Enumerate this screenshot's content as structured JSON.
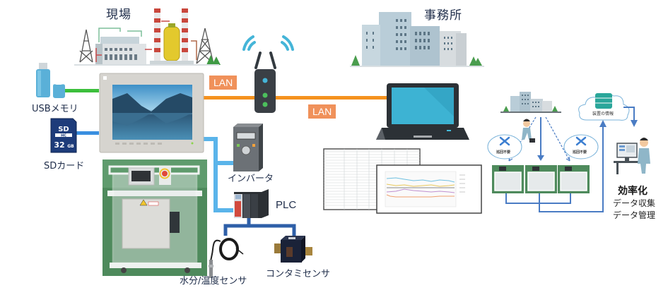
{
  "labels": {
    "site": "現場",
    "office": "事務所",
    "usb": "USBメモリ",
    "sd": "SDカード",
    "sd_card_capacity": "32",
    "sd_card_unit": "GB",
    "sd_card_logo": "SD",
    "sd_card_hc": "HC",
    "lan_left": "LAN",
    "lan_right": "LAN",
    "inverter": "インバータ",
    "plc": "PLC",
    "moisture_sensor": "水分/温度センサ",
    "contamination_sensor": "コンタミセンサ",
    "cloud_text": "装置の情報",
    "no_patrol_1": "巡回不要",
    "no_patrol_2": "巡回不要",
    "efficiency_title": "効率化",
    "efficiency_line1": "データ収集",
    "efficiency_line2": "データ管理"
  },
  "colors": {
    "lan_orange": "#f5921e",
    "lan_badge": "#f0915a",
    "usb_line": "#3cbf3c",
    "sd_line": "#3a8fe0",
    "sensor_line": "#5ab4ea",
    "plc_line": "#2e5fa8",
    "flow_line": "#4a7cc4",
    "wifi": "#45b5d8",
    "text": "#1f2d4a"
  },
  "icons": {
    "factory": "factory-icon",
    "office_building": "office-building-icon",
    "usb": "usb-memory-icon",
    "sd": "sd-card-icon",
    "hmi": "touch-panel-icon",
    "router": "wifi-router-icon",
    "laptop": "laptop-icon",
    "inverter": "inverter-icon",
    "plc": "plc-icon",
    "moisture": "moisture-sensor-icon",
    "contamination": "contamination-sensor-icon",
    "cart": "equipment-cart-photo",
    "cloud_db": "cloud-database-icon",
    "worker": "worker-icon",
    "operator": "operator-at-pc-icon"
  }
}
